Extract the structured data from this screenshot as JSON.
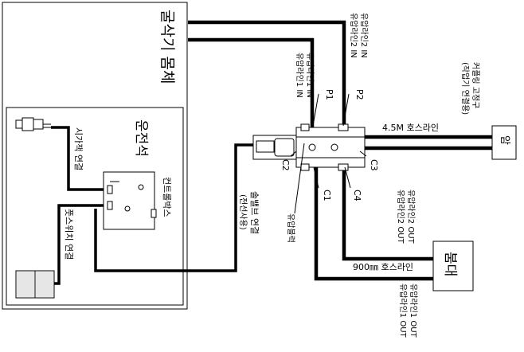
{
  "labels": {
    "body": "굴삭기 몸체",
    "cab": "운전석",
    "control_box": "컨트롤박스",
    "cigar_jack": "시가잭 연결",
    "foot_switch": "풋스위치 연결",
    "solenoid_valve": "솔밸브 연결",
    "solenoid_sub": "(전선사용)",
    "oil_block": "유압블럭",
    "hose_4_5m": "4.5M 호스라인",
    "hose_900": "900㎜ 호스라인",
    "arm": "암",
    "boom": "붐대",
    "coupler_line1": "커플링 고정구",
    "coupler_line2": "(작업기 연결용)",
    "in1_line1": "유압라인1 IN",
    "in1_line2": "유압라인1 IN",
    "in2_line1": "유압라인2 IN",
    "in2_line2": "유압라인2 IN",
    "out2_line1": "유압라인2 OUT",
    "out2_line2": "유압라인2 OUT",
    "out1_line1": "유압라인1 OUT",
    "out1_line2": "유압라인1 OUT",
    "p1": "P1",
    "p2": "P2",
    "c1": "C1",
    "c2": "C2",
    "c3": "C3",
    "c4": "C4"
  }
}
